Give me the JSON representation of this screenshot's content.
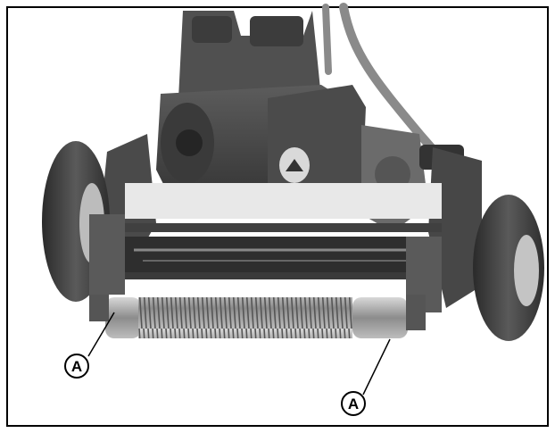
{
  "figure": {
    "description_icon": "reel-mower-front-view-illustration",
    "callouts": [
      {
        "label": "A"
      },
      {
        "label": "A"
      }
    ],
    "colors": {
      "border": "#000000",
      "tire": "#3a3a3a",
      "body": "#4a4a4a",
      "roller": "#9a9a9a"
    }
  }
}
